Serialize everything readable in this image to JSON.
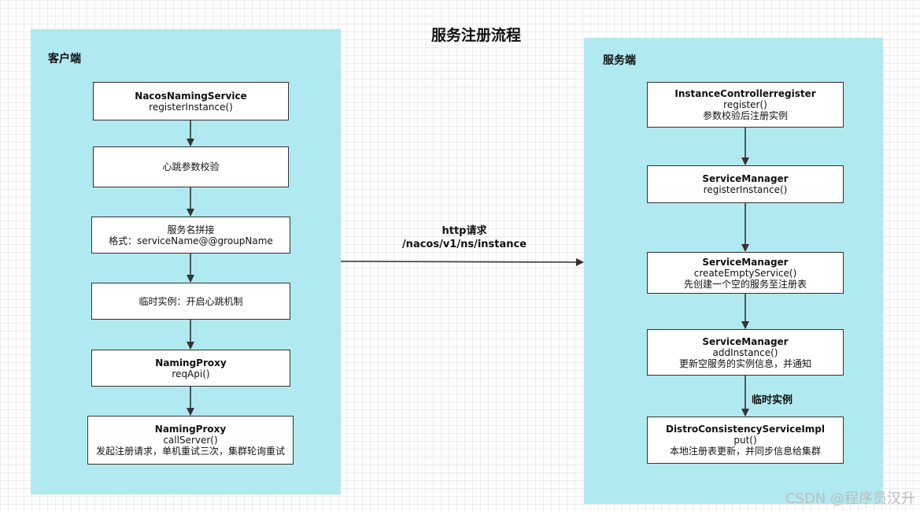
{
  "title": "服务注册流程",
  "client": {
    "label": "客户端",
    "boxes": [
      {
        "lines": [
          "NacosNamingService",
          "registerInstance()"
        ]
      },
      {
        "lines": [
          "心跳参数校验"
        ]
      },
      {
        "lines": [
          "服务名拼接",
          "格式：serviceName@@groupName"
        ]
      },
      {
        "lines": [
          "临时实例：开启心跳机制"
        ]
      },
      {
        "lines": [
          "NamingProxy",
          "reqApi()"
        ]
      },
      {
        "lines": [
          "NamingProxy",
          "callServer()",
          "发起注册请求，单机重试三次，集群轮询重试"
        ]
      }
    ]
  },
  "server": {
    "label": "服务端",
    "boxes": [
      {
        "lines": [
          "InstanceControllerregister",
          "register()",
          "参数校验后注册实例"
        ]
      },
      {
        "lines": [
          "ServiceManager",
          "registerInstance()"
        ]
      },
      {
        "lines": [
          "ServiceManager",
          "createEmptyService()",
          "先创建一个空的服务至注册表"
        ]
      },
      {
        "lines": [
          "ServiceManager",
          "addInstance()",
          "更新空服务的实例信息，并通知"
        ]
      },
      {
        "lines": [
          "DistroConsistencyServiceImpl",
          "put()",
          "本地注册表更新，并同步信息给集群"
        ]
      }
    ]
  },
  "http": {
    "line1": "http请求",
    "line2": "/nacos/v1/ns/instance"
  },
  "edge_label": "临时实例",
  "watermark": "CSDN @程序员汉升"
}
